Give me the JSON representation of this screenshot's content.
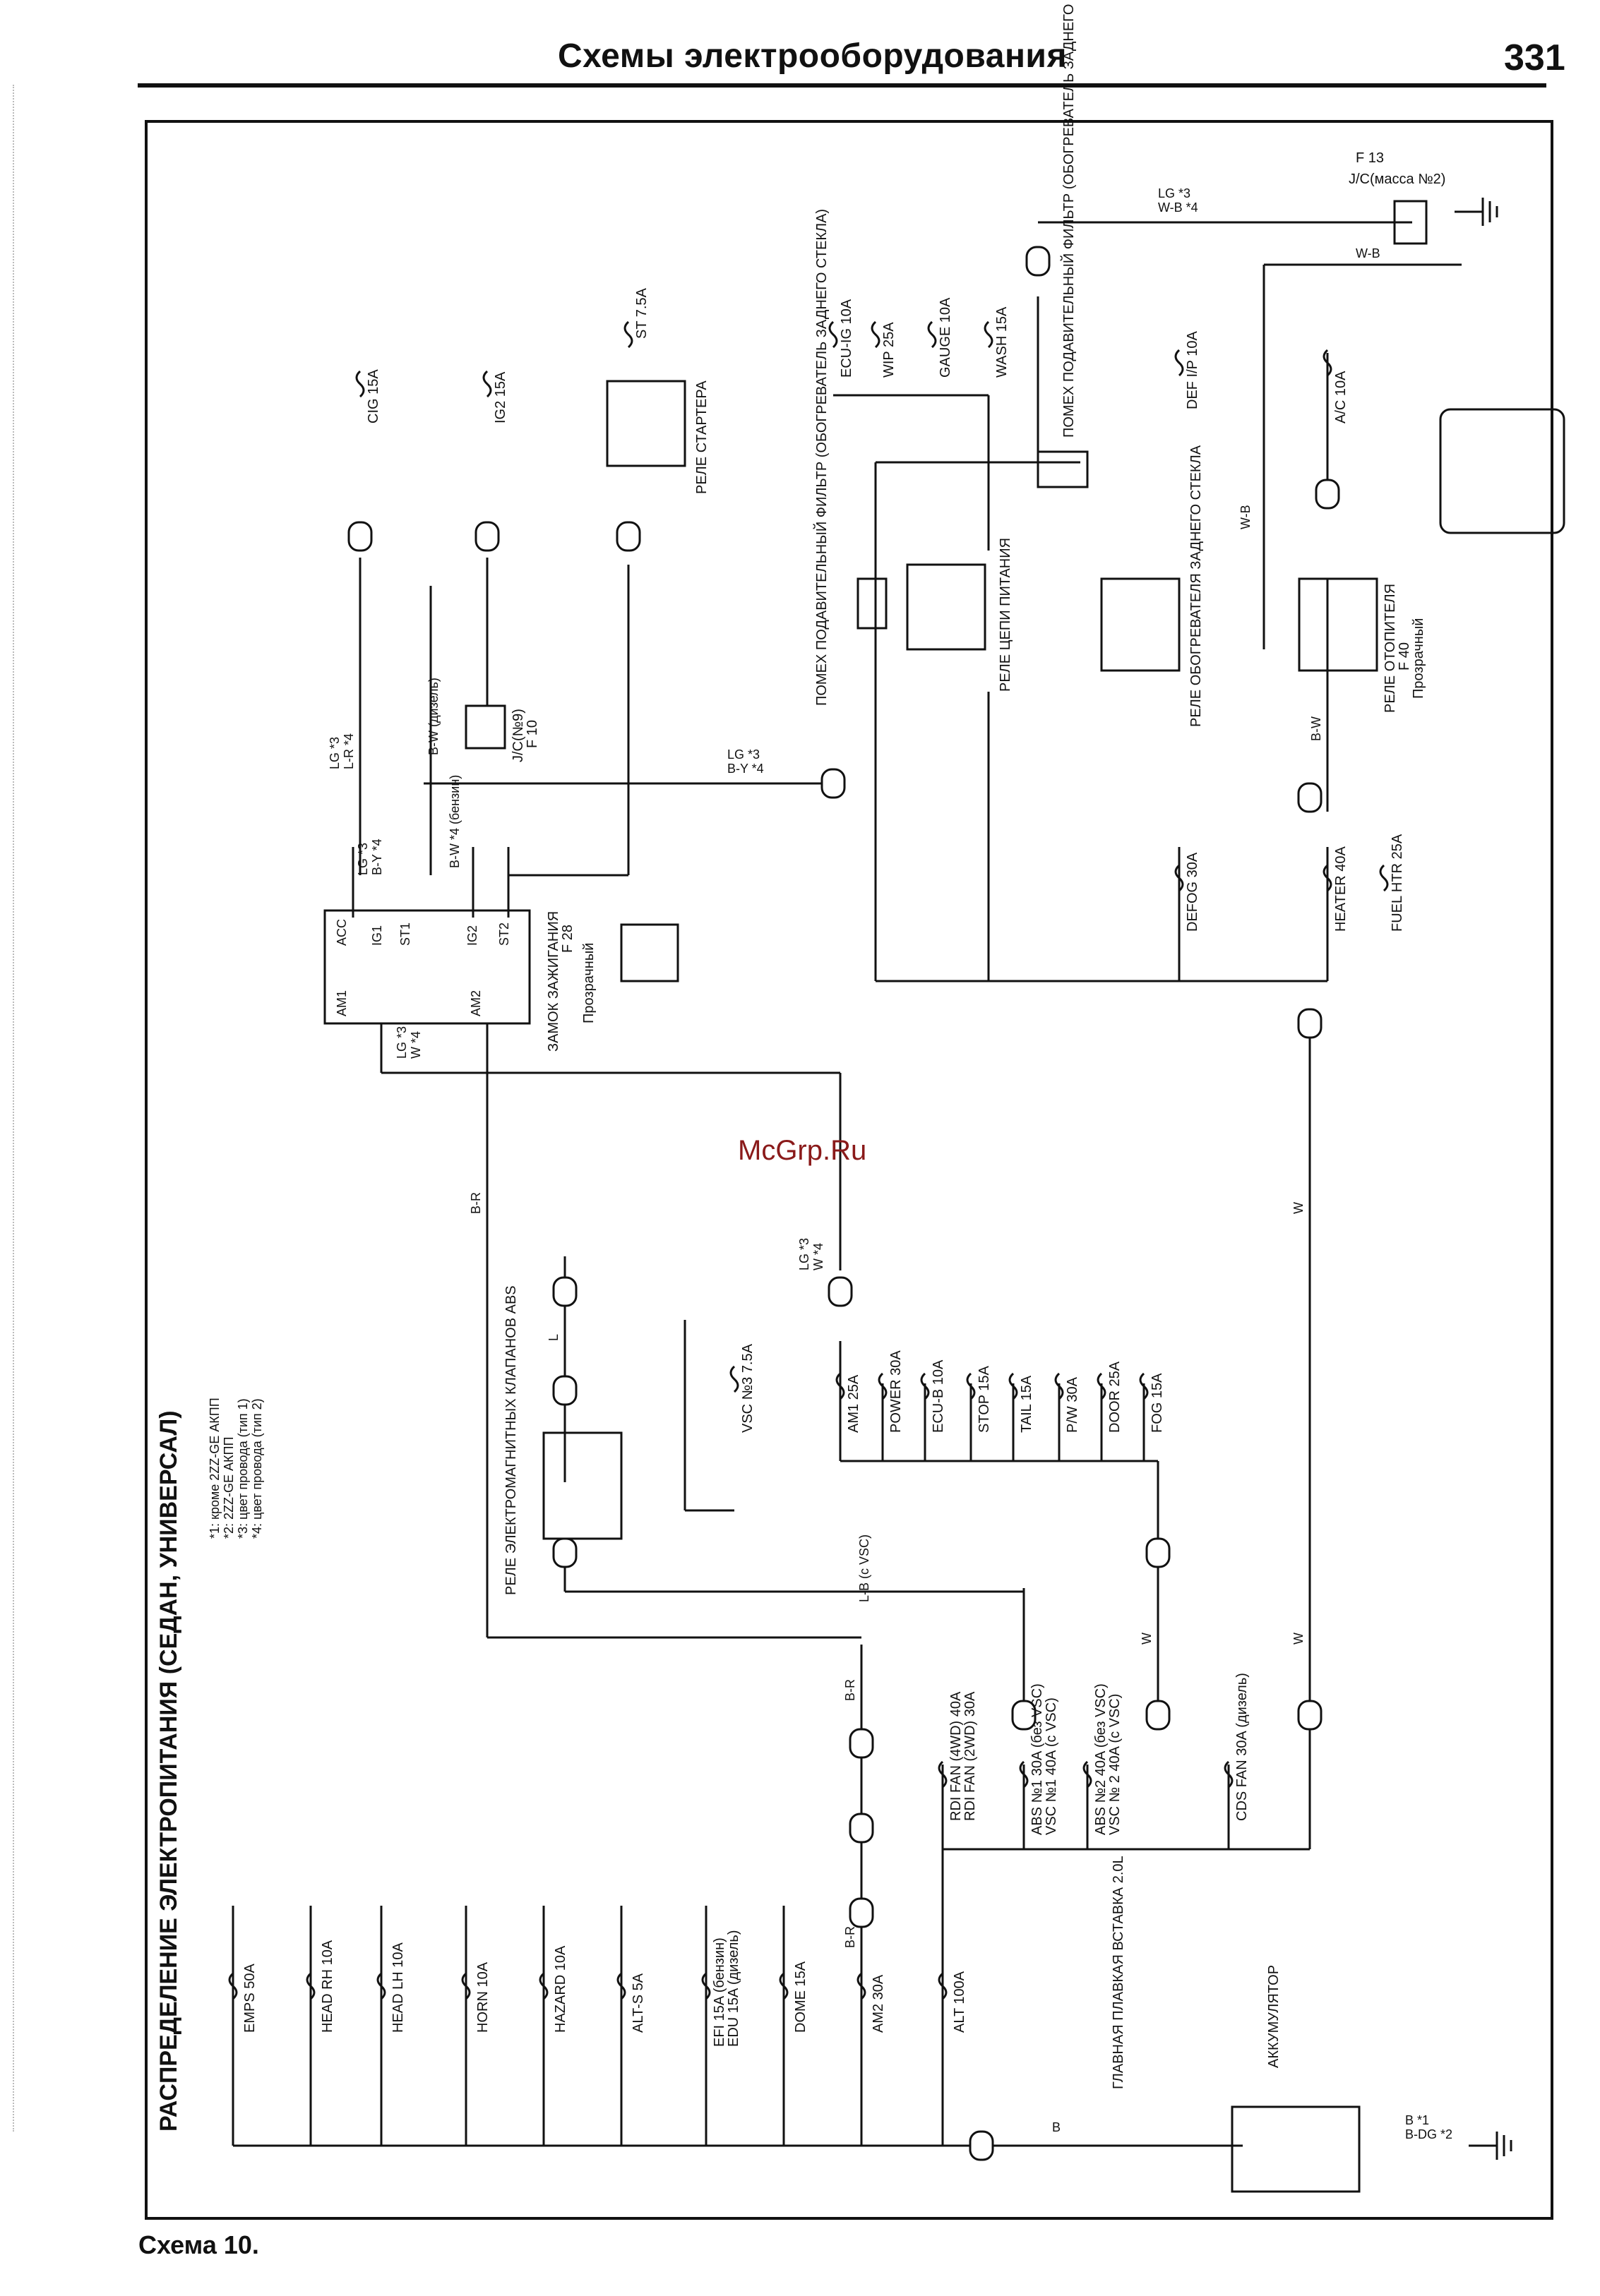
{
  "page": {
    "header_title": "Схемы электрооборудования",
    "page_number": "331",
    "caption": "Схема 10.",
    "watermark": "McGrp.Ru"
  },
  "diagram": {
    "title": "РАСПРЕДЕЛЕНИЕ ЭЛЕКТРОПИТАНИЯ (СЕДАН, УНИВЕРСАЛ)",
    "notes": [
      "*1: кроме 2ZZ-GE АКПП",
      "*2: 2ZZ-GE АКПП",
      "*3: цвет провода (тип 1)",
      "*4: цвет провода (тип 2)"
    ],
    "fuses_bottom": [
      {
        "label": "EMPS 50A"
      },
      {
        "label": "HEAD RH 10A"
      },
      {
        "label": "HEAD LH 10A"
      },
      {
        "label": "HORN 10A"
      },
      {
        "label": "HAZARD 10A"
      },
      {
        "label": "ALT-S 5A"
      },
      {
        "label": "EFI 15A (бензин)"
      },
      {
        "label": "EDU 15A (дизель)"
      },
      {
        "label": "DOME 15A"
      },
      {
        "label": "AM2 30A"
      },
      {
        "label": "ALT 100A"
      }
    ],
    "fuses_fan": [
      {
        "label": "RDI FAN (4WD) 40A"
      },
      {
        "label": "RDI FAN (2WD) 30A"
      },
      {
        "label": "ABS №1 30A (без VSC)"
      },
      {
        "label": "VSC №1 40A (с VSC)"
      },
      {
        "label": "ABS №2 40A (без VSC)"
      },
      {
        "label": "VSC № 2 40A (с VSC)"
      },
      {
        "label": "CDS FAN 30A (дизель)"
      }
    ],
    "fuses_middle": [
      {
        "label": "AM1 25A"
      },
      {
        "label": "POWER 30A"
      },
      {
        "label": "ECU-B 10A"
      },
      {
        "label": "STOP 15A"
      },
      {
        "label": "TAIL 15A"
      },
      {
        "label": "P/W 30A"
      },
      {
        "label": "DOOR 25A"
      },
      {
        "label": "FOG 15A"
      },
      {
        "label": "VSC №3 7.5A"
      }
    ],
    "fuses_top": [
      {
        "label": "CIG 15A"
      },
      {
        "label": "IG2 15A"
      },
      {
        "label": "ST 7.5A"
      },
      {
        "label": "ECU-IG 10A"
      },
      {
        "label": "WIP 25A"
      },
      {
        "label": "GAUGE 10A"
      },
      {
        "label": "WASH 15A"
      },
      {
        "label": "DEF I/P 10A"
      },
      {
        "label": "A/C 10A"
      },
      {
        "label": "DEFOG 30A"
      },
      {
        "label": "HEATER 40A"
      },
      {
        "label": "FUEL HTR 25A"
      }
    ],
    "components": {
      "main_fuse": "ГЛАВНАЯ ПЛАВКАЯ ВСТАВКА 2.0L",
      "battery": "АККУМУЛЯТОР",
      "ignition_switch": "ЗАМОК ЗАЖИГАНИЯ",
      "ignition_switch_code": "F 28",
      "transparent": "Прозрачный",
      "starter_relay": "РЕЛЕ СТАРТЕРА",
      "power_relay": "РЕЛЕ ЦЕПИ ПИТАНИЯ",
      "abs_relay": "РЕЛЕ ЭЛЕКТРОМАГНИТНЫХ КЛАПАНОВ ABS",
      "noise_filter_1": "ПОМЕХ ПОДАВИТЕЛЬНЫЙ ФИЛЬТР (ОБОГРЕВАТЕЛЬ ЗАДНЕГО СТЕКЛА)",
      "noise_filter_2": "ПОМЕХ ПОДАВИТЕЛЬНЫЙ ФИЛЬТР (ОБОГРЕВАТЕЛЬ ЗАДНЕГО СТЕКЛА)",
      "defogger_relay": "РЕЛЕ ОБОГРЕВАТЕЛЯ ЗАДНЕГО СТЕКЛА",
      "heater_relay": "РЕЛЕ ОТОПИТЕЛЯ",
      "heater_relay_code": "F 40",
      "jc_ground": "J/C(масса №2)",
      "jc_ground_code": "F 13",
      "jc9": "J/C(№9)",
      "jc9_code": "F 10",
      "ign_terminals": [
        "ACC",
        "IG1",
        "ST1",
        "IG2",
        "ST2",
        "AM1",
        "AM2"
      ]
    },
    "wire_labels": {
      "b": "B",
      "w": "W",
      "br": "B-R",
      "l": "L",
      "lb_vsc": "L-B (с VSC)",
      "lg3": "LG *3",
      "w4": "W *4",
      "lr4": "L-R *4",
      "by4": "B-Y *4",
      "bw_diesel": "B-W (дизель)",
      "bw4_petrol": "B-W *4 (бензин)",
      "wb": "W-B",
      "wb4": "W-B *4",
      "bw": "B-W",
      "b1": "B *1",
      "bdg2": "B-DG *2"
    }
  }
}
